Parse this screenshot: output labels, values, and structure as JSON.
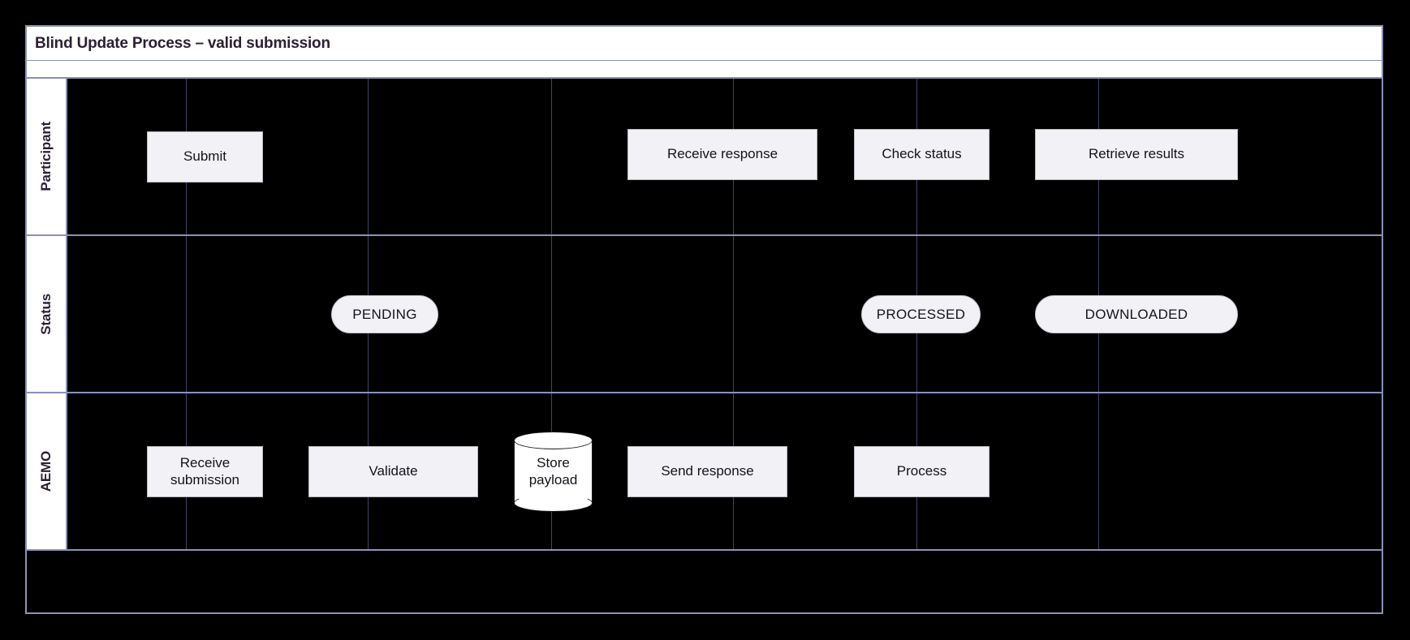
{
  "diagram": {
    "title": "Blind Update Process – valid submission",
    "lanes": [
      {
        "id": "participant",
        "label": "Participant",
        "nodes": [
          {
            "name": "submit",
            "type": "process",
            "label": "Submit"
          },
          {
            "name": "receive-response",
            "type": "process",
            "label": "Receive response"
          },
          {
            "name": "check-status",
            "type": "process",
            "label": "Check status"
          },
          {
            "name": "retrieve-results",
            "type": "process",
            "label": "Retrieve results"
          }
        ]
      },
      {
        "id": "status",
        "label": "Status",
        "nodes": [
          {
            "name": "status-pending",
            "type": "pill",
            "label": "PENDING"
          },
          {
            "name": "status-processed",
            "type": "pill",
            "label": "PROCESSED"
          },
          {
            "name": "status-downloaded",
            "type": "pill",
            "label": "DOWNLOADED"
          }
        ]
      },
      {
        "id": "aemo",
        "label": "AEMO",
        "nodes": [
          {
            "name": "receive-submission",
            "type": "process",
            "label": "Receive submission"
          },
          {
            "name": "validate",
            "type": "process",
            "label": "Validate"
          },
          {
            "name": "store-payload",
            "type": "datastore",
            "label": "Store payload"
          },
          {
            "name": "send-response",
            "type": "process",
            "label": "Send response"
          },
          {
            "name": "process",
            "type": "process",
            "label": "Process"
          }
        ]
      }
    ]
  },
  "colors": {
    "background": "#000000",
    "frame_border": "#8a93b5",
    "lane_header_bg": "#ffffff",
    "node_fill": "#f2f1f5",
    "node_border": "#b9b9c2",
    "text": "#15121a",
    "title_text": "#2b1f33",
    "datastore_stroke": "#1a1a1a",
    "column_separator": "#3c4566"
  }
}
